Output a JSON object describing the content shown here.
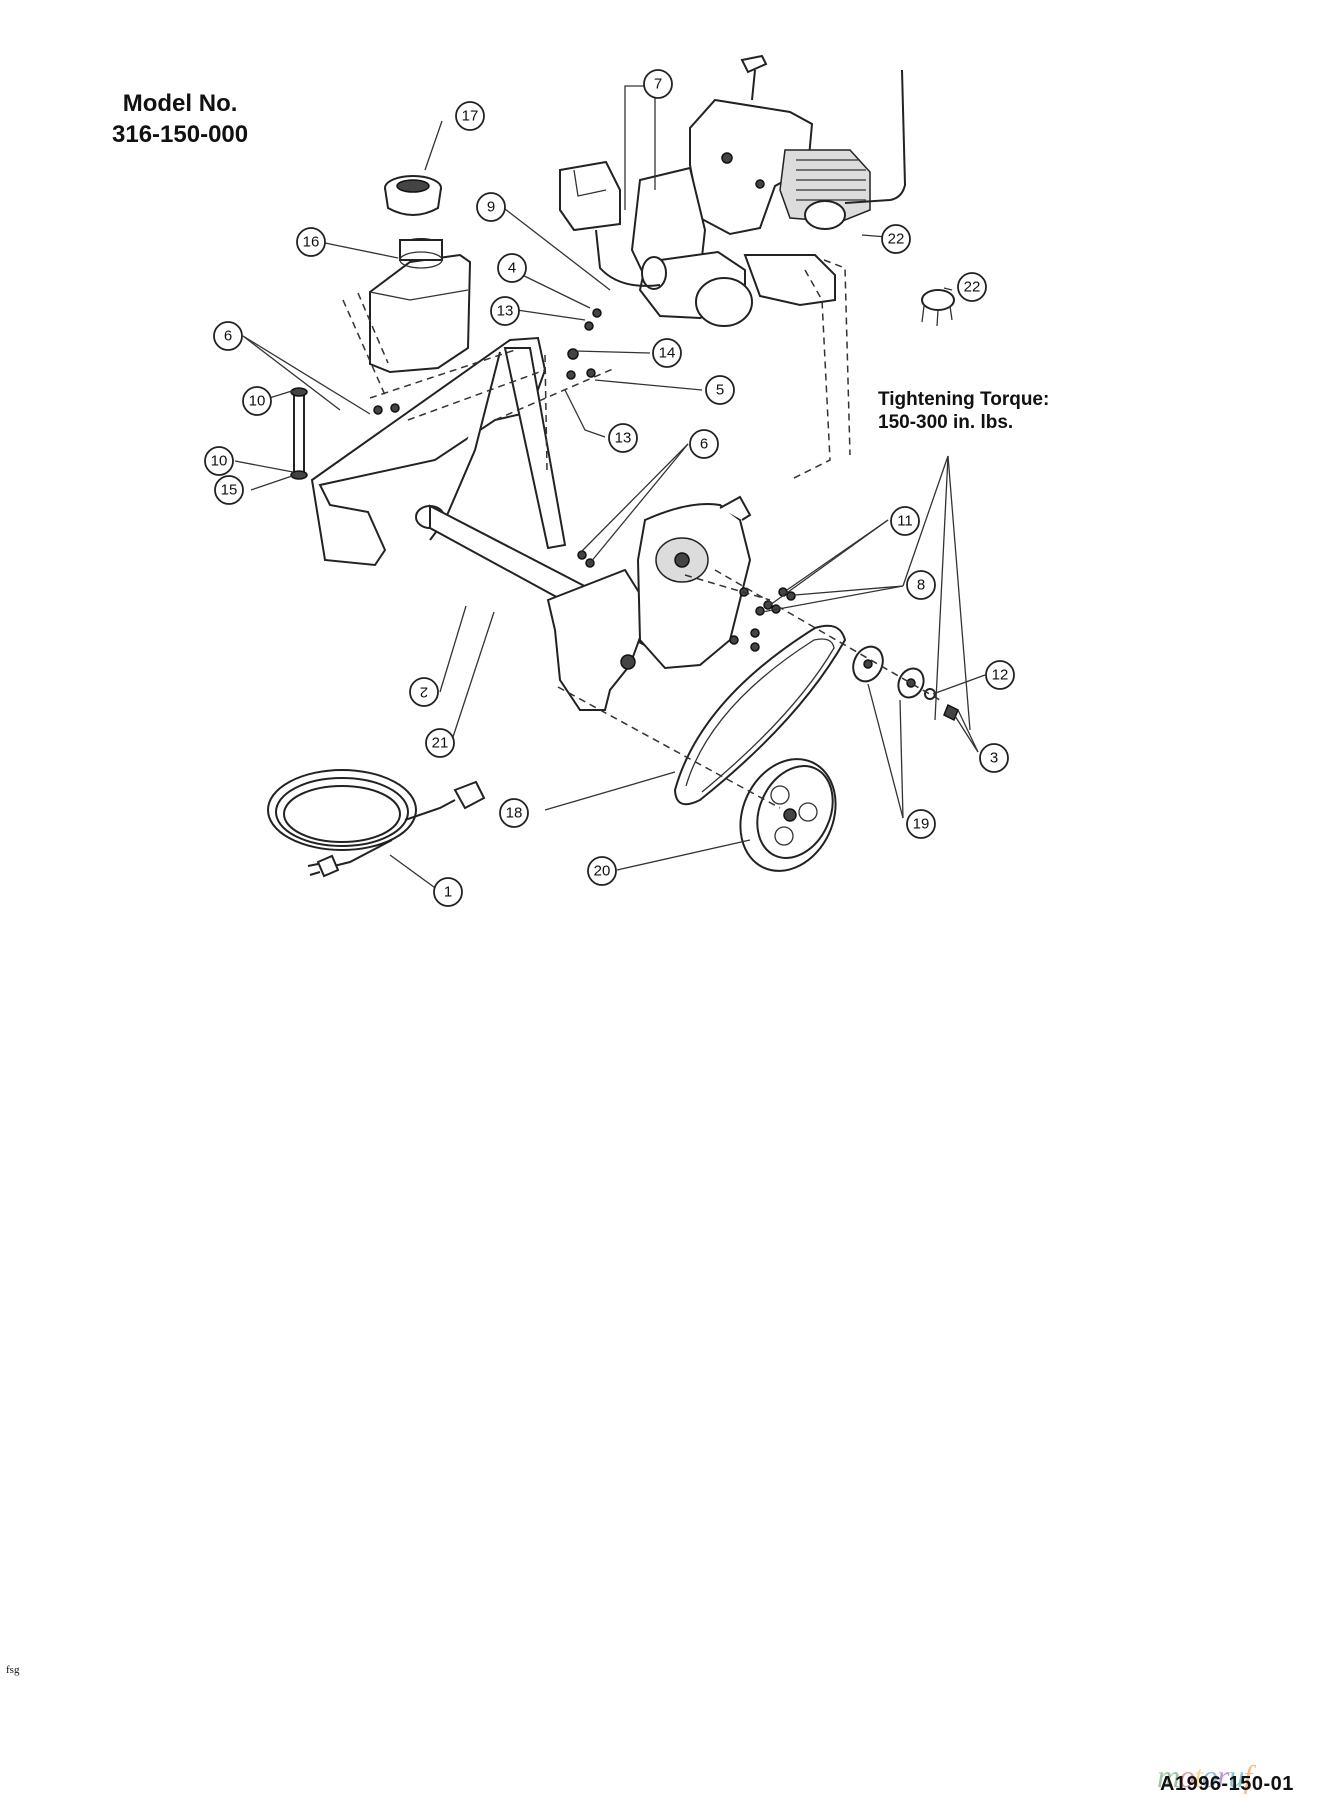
{
  "header": {
    "model_line1": "Model No.",
    "model_line2": "316-150-000"
  },
  "note": {
    "torque_line1": "Tightening Torque:",
    "torque_line2": "150-300 in. lbs."
  },
  "footer": {
    "fsg": "fsg",
    "drawing_code": "A1996-150-01",
    "watermark": [
      "m",
      "o",
      "t",
      "o",
      "r",
      "u",
      "f"
    ]
  },
  "callouts": [
    "1",
    "2",
    "3",
    "4",
    "5",
    "6",
    "6",
    "7",
    "8",
    "9",
    "10",
    "10",
    "11",
    "12",
    "13",
    "13",
    "14",
    "15",
    "16",
    "17",
    "18",
    "19",
    "20",
    "21",
    "22",
    "22"
  ]
}
